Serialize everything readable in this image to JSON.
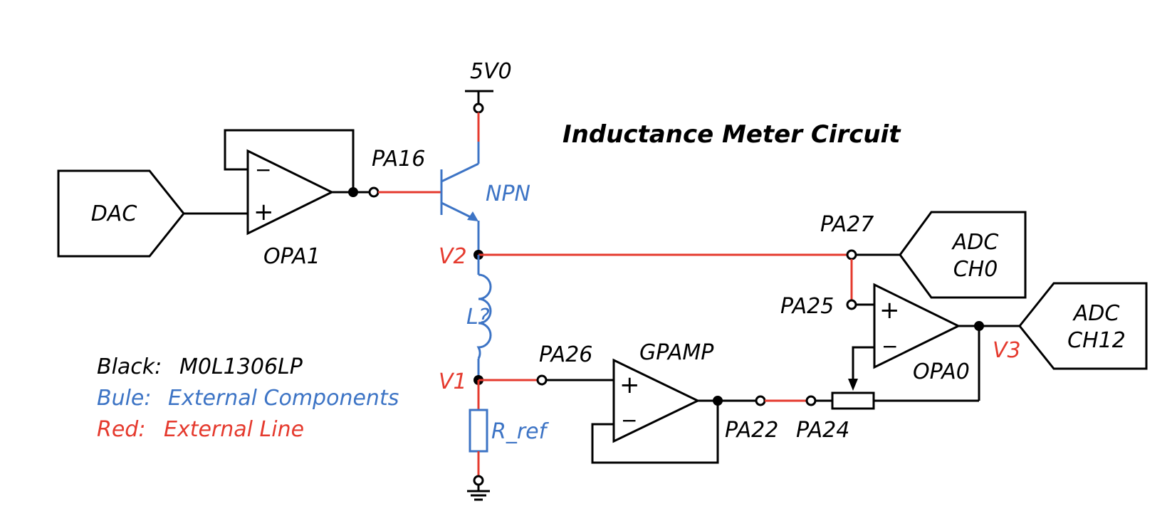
{
  "title": "Inductance Meter Circuit",
  "colors": {
    "black": "#000000",
    "blue": "#3d74c5",
    "red": "#e53a2e"
  },
  "supply": {
    "label": "5V0"
  },
  "blocks": {
    "dac": "DAC",
    "adc_ch0": [
      "ADC",
      "CH0"
    ],
    "adc_ch12": [
      "ADC",
      "CH12"
    ]
  },
  "amplifiers": {
    "opa1": "OPA1",
    "gpamp": "GPAMP",
    "opa0": "OPA0"
  },
  "components": {
    "npn": "NPN",
    "inductor": "L?",
    "resistor": "R_ref"
  },
  "pins": {
    "pa16": "PA16",
    "pa27": "PA27",
    "pa25": "PA25",
    "pa26": "PA26",
    "pa22": "PA22",
    "pa24": "PA24"
  },
  "nodes": {
    "v1": "V1",
    "v2": "V2",
    "v3": "V3"
  },
  "opamp_signs": {
    "plus": "+",
    "minus": "−"
  },
  "legend": [
    {
      "key": "Black:",
      "value": "M0L1306LP",
      "color": "#000000"
    },
    {
      "key": "Bule:",
      "value": "External Components",
      "color": "#3d74c5"
    },
    {
      "key": "Red:",
      "value": "External Line",
      "color": "#e53a2e"
    }
  ]
}
